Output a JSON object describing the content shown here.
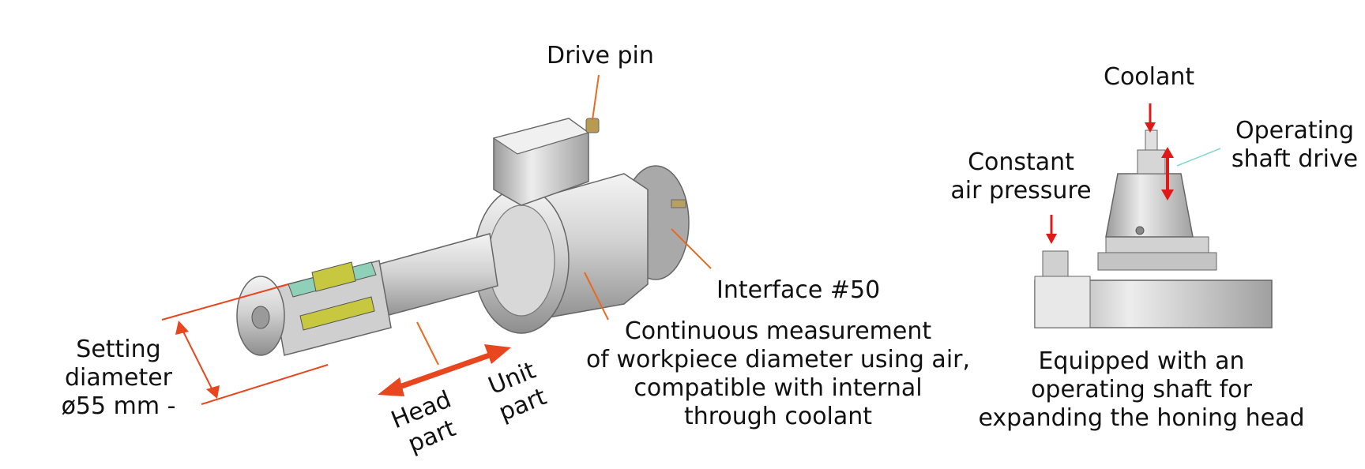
{
  "labels": {
    "drive_pin": "Drive pin",
    "interface": "Interface #50",
    "measurement": [
      "Continuous measurement",
      "of workpiece diameter using air,",
      "compatible with internal",
      "through coolant"
    ],
    "setting_diameter": [
      "Setting",
      "diameter",
      "ø55 mm -"
    ],
    "head_part": [
      "Head",
      "part"
    ],
    "unit_part": [
      "Unit",
      "part"
    ],
    "coolant": "Coolant",
    "constant_air": [
      "Constant",
      "air pressure"
    ],
    "operating_shaft": [
      "Operating",
      "shaft drive"
    ],
    "equipped": [
      "Equipped with an",
      "operating shaft for",
      "expanding the honing head"
    ]
  },
  "colors": {
    "leader_orange": "#e86a22",
    "arrow_red": "#e8461e",
    "flow_red": "#e01818",
    "leader_teal": "#7fd8cc",
    "metal_light": "#e4e4e4",
    "metal_mid": "#bdbdbd",
    "metal_dark": "#8a8a8a"
  }
}
